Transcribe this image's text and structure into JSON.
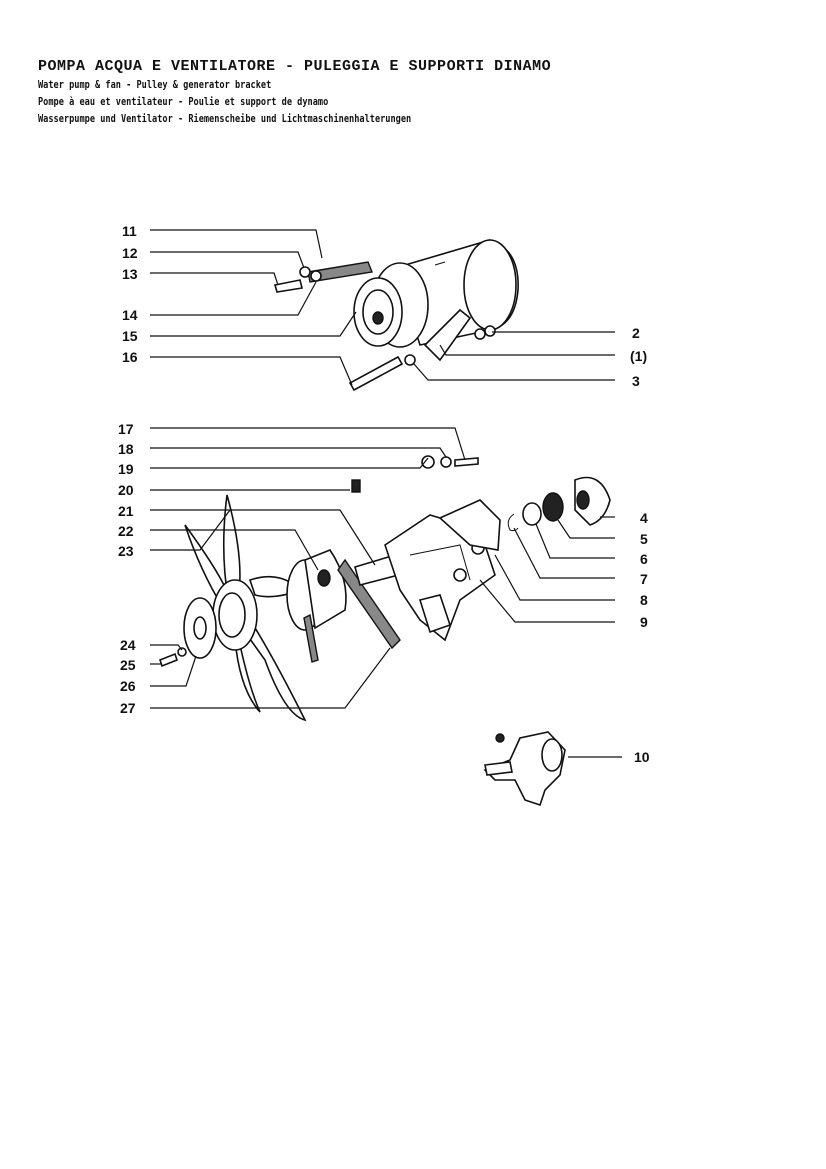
{
  "titles": {
    "main": "POMPA ACQUA E VENTILATORE - PULEGGIA E SUPPORTI DINAMO",
    "en": "Water pump & fan - Pulley & generator bracket",
    "fr": "Pompe à eau et ventilateur - Poulie et support de dynamo",
    "de": "Wasserpumpe und Ventilator - Riemenscheibe und Lichtmaschinenhalterungen"
  },
  "callouts": {
    "c11": "11",
    "c12": "12",
    "c13": "13",
    "c14": "14",
    "c15": "15",
    "c16": "16",
    "c2": "2",
    "c1": "(1)",
    "c3": "3",
    "c17": "17",
    "c18": "18",
    "c19": "19",
    "c20": "20",
    "c21": "21",
    "c22": "22",
    "c23": "23",
    "c4": "4",
    "c5": "5",
    "c6": "6",
    "c7": "7",
    "c8": "8",
    "c9": "9",
    "c24": "24",
    "c25": "25",
    "c26": "26",
    "c27": "27",
    "c10": "10"
  }
}
